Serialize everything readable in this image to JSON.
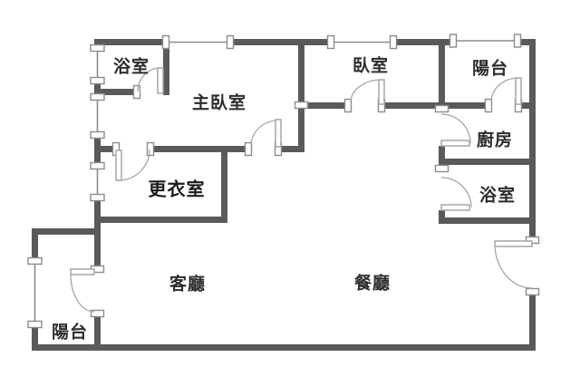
{
  "colors": {
    "wall": "#5a5a5a",
    "line": "#8c8c8c",
    "door": "#a6a6a6",
    "text": "#2d2d2d",
    "background": "#ffffff"
  },
  "rooms": [
    {
      "id": "bathroom-upper-left",
      "label": "浴室"
    },
    {
      "id": "master-bedroom",
      "label": "主臥室"
    },
    {
      "id": "bedroom",
      "label": "臥室"
    },
    {
      "id": "balcony-upper-right",
      "label": "陽台"
    },
    {
      "id": "kitchen",
      "label": "廚房"
    },
    {
      "id": "bathroom-right",
      "label": "浴室"
    },
    {
      "id": "walk-in-closet",
      "label": "更衣室"
    },
    {
      "id": "living-room",
      "label": "客廳"
    },
    {
      "id": "dining-room",
      "label": "餐廳"
    },
    {
      "id": "balcony-lower-left",
      "label": "陽台"
    }
  ]
}
